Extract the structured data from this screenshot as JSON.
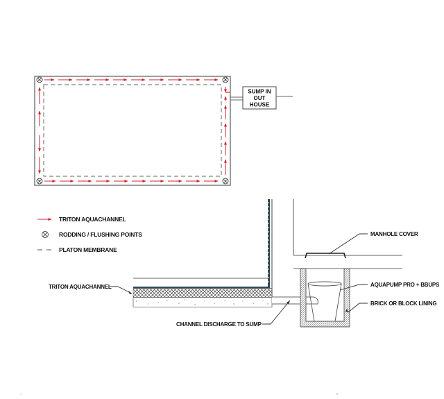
{
  "diagram": {
    "type": "drainage-plan-and-section",
    "colors": {
      "channel": "#d0202a",
      "line": "#555555",
      "membrane": "#2e4a55",
      "text": "#111111"
    },
    "plan_view": {
      "sump_box": {
        "line1": "SUMP IN",
        "line2": "OUT",
        "line3": "HOUSE"
      },
      "corner_points": 4
    },
    "legend": {
      "items": [
        {
          "icon": "red-arrow-icon",
          "label": "TRITON AQUACHANNEL"
        },
        {
          "icon": "circle-x-icon",
          "label": "RODDING / FLUSHING POINTS"
        },
        {
          "icon": "dashed-line-icon",
          "label": "PLATON MEMBRANE"
        }
      ]
    },
    "section_view": {
      "labels": {
        "triton_aquachannel": "TRITON AQUACHANNEL",
        "channel_discharge": "CHANNEL DISCHARGE TO SUMP",
        "manhole_cover": "MANHOLE COVER",
        "aquapump": "AQUAPUMP PRO + BBUPS",
        "lining": "BRICK OR BLOCK LINING"
      }
    }
  }
}
